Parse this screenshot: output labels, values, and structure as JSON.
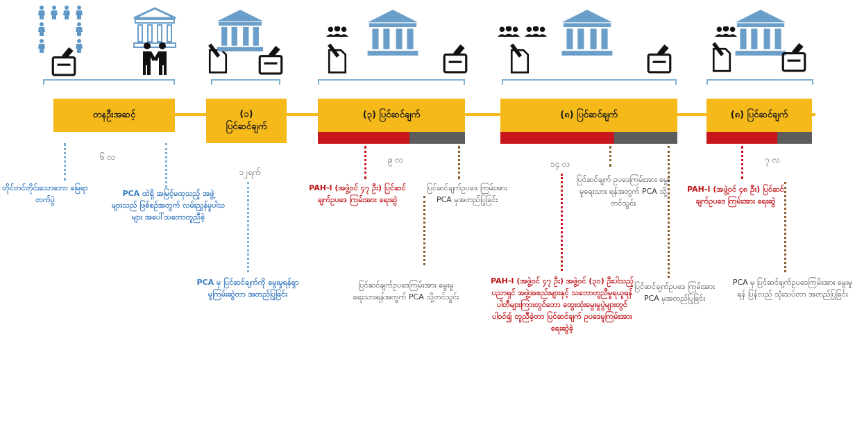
{
  "colors": {
    "accent": "#f6b91a",
    "red": "#c8161d",
    "grey": "#5c5c5c",
    "blue": "#3a7cc0",
    "dark": "#333333"
  },
  "stages": [
    {
      "label": "တနဦးအဆင့်",
      "duration": "၆ လ"
    },
    {
      "label_line1": "(၁)",
      "label_line2": "ပြင်ဆင်ချက်",
      "duration": "၁၂ရက်"
    },
    {
      "label": "(၃) ပြင်ဆင်ချက်",
      "duration": "၉ လ"
    },
    {
      "label": "(၈) ပြင်ဆင်ချက်",
      "duration": "၁၄ လ"
    },
    {
      "label": "(၈) ပြင်ဆင်ချက်",
      "duration": "၇ လ"
    }
  ],
  "notes": {
    "n1": "တိုင်တင်တိုင်းသောဘော မြေရာတက်ပွဲ",
    "n2": "PCA ထဲရှိ အမြင့်မထုသည့် အဖွဲ့များသည် ဖြစ်စဉ်အတွက် လမ်းညွှန်မှုပါသများ အပေါ်သဘောတူညီခဲ့",
    "n3": "PCA မှ ပြင်ဆင်ချက်ကို မွေးမှုရန်ရှာ မူကြမ်းဆွဲတာ အတည်ပြုခြင်း",
    "n4": "PAH-I (အဖွဲ့ဝင် ၄၇ ဦး) ပြင်ဆင်ချက်ဥပဒေ ကြမ်းအား ရေးဆွဲ",
    "n5": "ပြင်ဆင်ချက်ဥပဒေ ကြမ်းအား PCA မှအတည်ပြုခြင်း",
    "n6": "ပြင်ဆင်ချက်ဥပဒေကြမ်းအား မွေးမှုရေးသားရန်အတွက် PCA သို့တင်သွင်း",
    "n7": "PAH-I (အဖွဲ့ဝင် ၄၇ ဦး) အဖွဲ့ဝင် (၃၀) ဦးပါသည့် ပညာရှင် အဖွဲ့အစည်းများနှင့် သဘောတူညီမှုရယူရန် ပါတီများကြားတွင်ဘော ထွေးထုံးမွေးမှုပွဲများတွင် ပါဝင်၍ တူညီခဲ့တာ ပြင်ဆင်ချက် ဥပဒေမူကြမ်းအားရေးဆွဲခဲ့",
    "n8": "ပြင်ဆင်ချက် ဥပဒေကြမ်းအား မွေးမှုရေးသား ရန်အတွက် PCA သို့တင်သွင်း",
    "n9": "ပြင်ဆင်ချက်ဥပဒေ ကြမ်းအား PCA မှအတည်ပြုခြင်း",
    "n10": "PAH-I (အဖွဲ့ဝင် ၄၈ ဦး) ပြင်ဆင်ချက်ဥပဒေ ကြမ်းအား ရေးဆွဲ",
    "n11": "PCA မှ ပြင်ဆင်ချက်ဥပဒေကြမ်းအား မွေးမှုရန် ပြန်လည် သုံးသပ်တာ အတည်ပြုခြင်း"
  }
}
